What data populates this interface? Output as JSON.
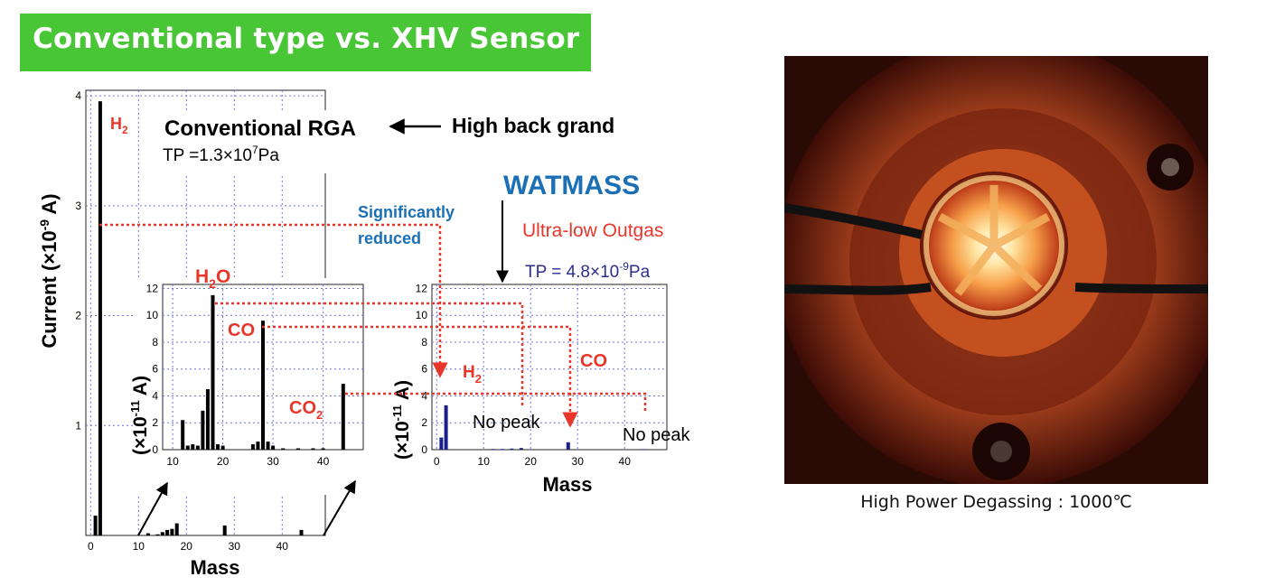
{
  "title": "Conventional type vs. XHV Sensor",
  "annotations": {
    "conventional_rga": "Conventional RGA",
    "high_back_grand": "High back grand",
    "tp_conventional_base": "TP =1.3×10",
    "tp_conventional_exp": "7",
    "tp_conventional_unit": "Pa",
    "watmass": "WATMASS",
    "ultra_low_outgas": "Ultra-low Outgas",
    "tp_watmass_base": "TP = 4.8×10",
    "tp_watmass_exp": "-9",
    "tp_watmass_unit": "Pa",
    "significantly": "Significantly",
    "reduced": "reduced",
    "no_peak_1": "No peak",
    "no_peak_2": "No peak",
    "h2o_base": "H",
    "h2o_sub": "2",
    "h2o_tail": "O",
    "co_inset": "CO",
    "co2_base": "CO",
    "co2_sub": "2",
    "h2_main_base": "H",
    "h2_main_sub": "2",
    "h2_watmass_base": "H",
    "h2_watmass_sub": "2",
    "co_watmass": "CO"
  },
  "photo": {
    "caption": "High Power Degassing : 1000℃"
  },
  "colors": {
    "banner": "#48c636",
    "accent_red": "#e8362a",
    "watmass_blue": "#1a6fb5",
    "tp_navy": "#2b2e8c",
    "bar_black": "#000000",
    "bar_navy": "#1a1f8a",
    "grid": "#6f73e0"
  },
  "chart_data": [
    {
      "id": "main",
      "type": "bar",
      "xlabel": "Mass",
      "ylabel_base": "Current  (×10",
      "ylabel_exp": "-9",
      "ylabel_unit": " A)",
      "xlim": [
        -1,
        49
      ],
      "ylim": [
        0,
        4.05
      ],
      "xticks": [
        0,
        10,
        20,
        30,
        40
      ],
      "yticks": [
        1,
        2,
        3,
        4
      ],
      "grid": true,
      "color": "#000000",
      "x": [
        1,
        2,
        12,
        14,
        15,
        16,
        17,
        18,
        28,
        44
      ],
      "values": [
        0.18,
        3.95,
        0.02,
        0.01,
        0.03,
        0.05,
        0.06,
        0.11,
        0.09,
        0.05
      ]
    },
    {
      "id": "conventional-inset",
      "type": "bar",
      "xlabel": "",
      "ylabel_base": "(×10",
      "ylabel_exp": "-11",
      "ylabel_unit": " A)",
      "xlim": [
        8,
        48
      ],
      "ylim": [
        0,
        12.3
      ],
      "xticks": [
        10,
        20,
        30,
        40
      ],
      "yticks": [
        0,
        2,
        4,
        6,
        8,
        10,
        12
      ],
      "grid": true,
      "color": "#000000",
      "x": [
        12,
        13,
        14,
        15,
        16,
        17,
        18,
        19,
        20,
        26,
        27,
        28,
        29,
        30,
        32,
        35,
        38,
        40,
        44
      ],
      "values": [
        2.2,
        0.3,
        0.4,
        0.3,
        2.9,
        4.5,
        11.5,
        0.4,
        0.3,
        0.4,
        0.6,
        9.6,
        0.6,
        0.3,
        0.1,
        0.1,
        0.1,
        0.1,
        4.9
      ]
    },
    {
      "id": "watmass",
      "type": "bar",
      "xlabel": "Mass",
      "ylabel_base": "(×10",
      "ylabel_exp": "-11",
      "ylabel_unit": " A)",
      "xlim": [
        -1,
        49
      ],
      "ylim": [
        0,
        12.3
      ],
      "xticks": [
        0,
        10,
        20,
        30,
        40
      ],
      "yticks": [
        0,
        2,
        4,
        6,
        8,
        10,
        12
      ],
      "grid": true,
      "color": "#1a1f8a",
      "x": [
        1,
        2,
        12,
        14,
        16,
        18,
        28,
        44
      ],
      "values": [
        0.9,
        3.3,
        0.05,
        0.05,
        0.08,
        0.12,
        0.55,
        0.04
      ]
    }
  ]
}
